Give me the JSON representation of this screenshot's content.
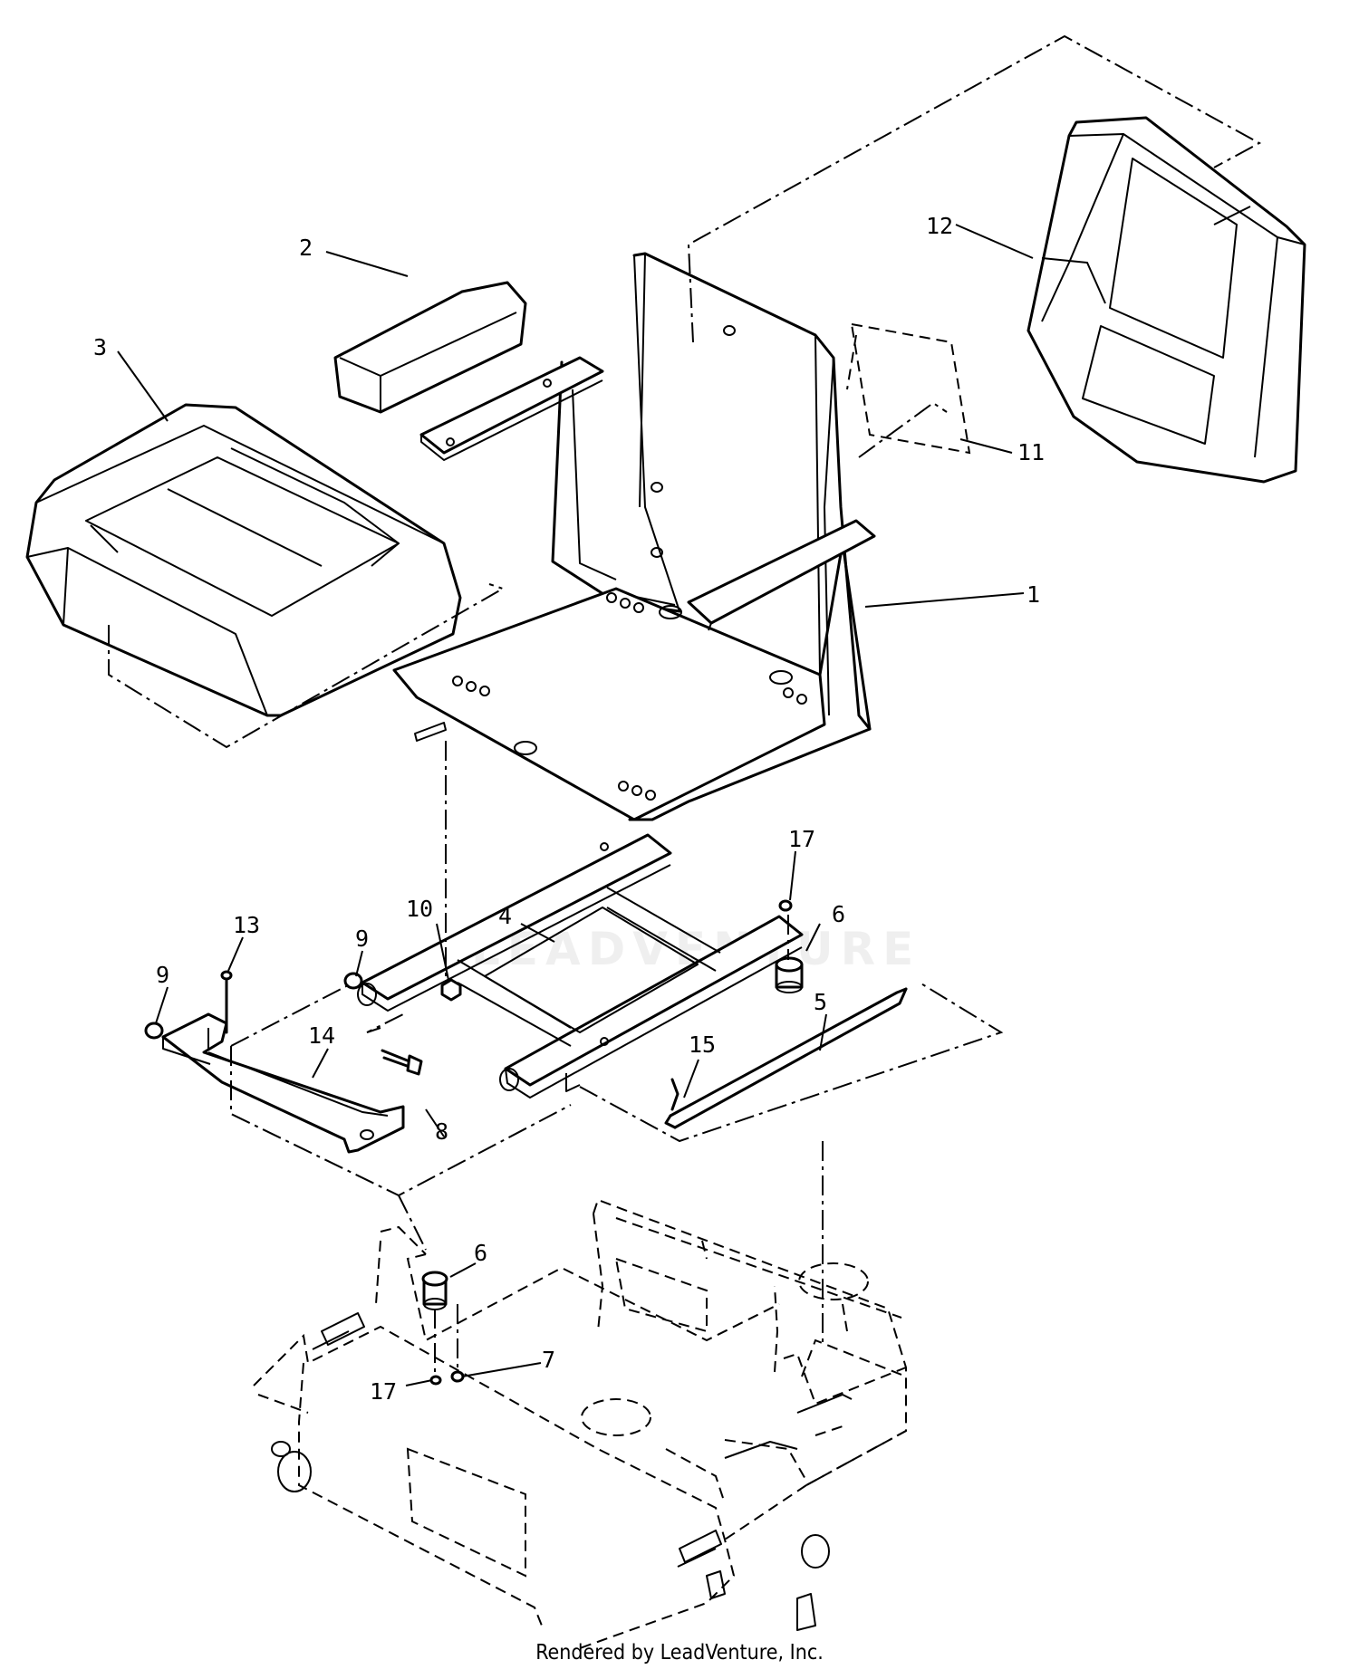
{
  "callouts": {
    "p1": "1",
    "p2": "2",
    "p3": "3",
    "p4": "4",
    "p5": "5",
    "p6a": "6",
    "p6b": "6",
    "p7": "7",
    "p8": "8",
    "p9a": "9",
    "p9b": "9",
    "p10": "10",
    "p11": "11",
    "p12": "12",
    "p13": "13",
    "p14": "14",
    "p15": "15",
    "p17a": "17",
    "p17b": "17"
  },
  "watermark": "LEADVENTURE",
  "credit": "Rendered by LeadVenture, Inc."
}
